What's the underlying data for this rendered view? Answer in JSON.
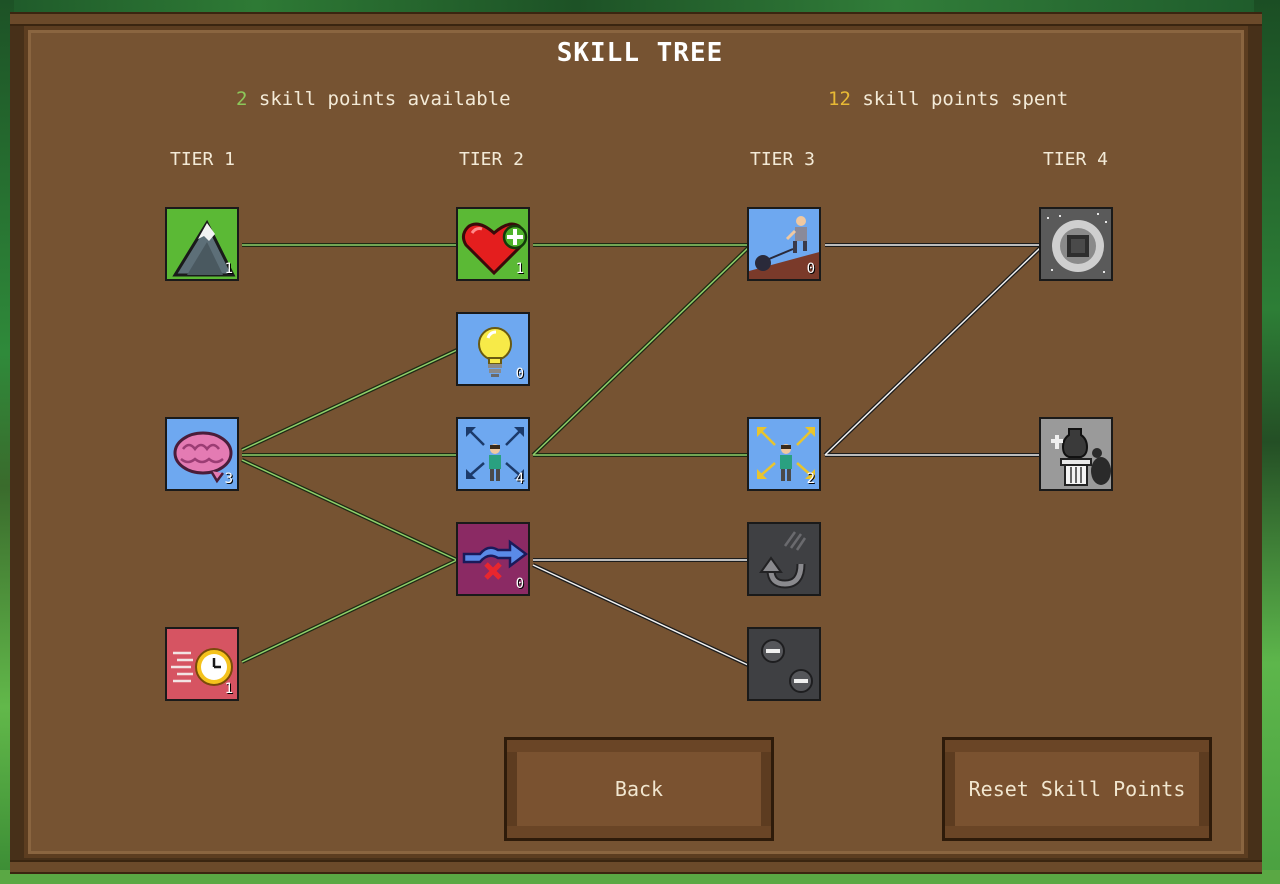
{
  "title": "SKILL TREE",
  "points": {
    "available_value": "2",
    "available_label": " skill points available",
    "spent_value": "12",
    "spent_label": " skill points spent"
  },
  "tiers": [
    "TIER 1",
    "TIER 2",
    "TIER 3",
    "TIER 4"
  ],
  "skills": {
    "mountain": {
      "icon": "mountain-icon",
      "count": "1"
    },
    "heart": {
      "icon": "heart-plus-icon",
      "count": "1"
    },
    "lightbulb": {
      "icon": "lightbulb-icon",
      "count": "0"
    },
    "brain": {
      "icon": "brain-icon",
      "count": "3"
    },
    "arrows": {
      "icon": "character-arrows-icon",
      "count": "4"
    },
    "dodge": {
      "icon": "dodge-arrow-icon",
      "count": "0"
    },
    "clock": {
      "icon": "speed-clock-icon",
      "count": "1"
    },
    "ball_chain": {
      "icon": "ball-and-chain-icon",
      "count": "0"
    },
    "yellow_arrows": {
      "icon": "character-yellow-arrows-icon",
      "count": "2"
    },
    "recall": {
      "icon": "return-arrow-icon",
      "count": ""
    },
    "minus": {
      "icon": "minus-orbs-icon",
      "count": ""
    },
    "portal": {
      "icon": "stone-portal-icon",
      "count": ""
    },
    "pedestal": {
      "icon": "vase-pedestal-icon",
      "count": ""
    }
  },
  "buttons": {
    "back": "Back",
    "reset": "Reset Skill Points"
  }
}
